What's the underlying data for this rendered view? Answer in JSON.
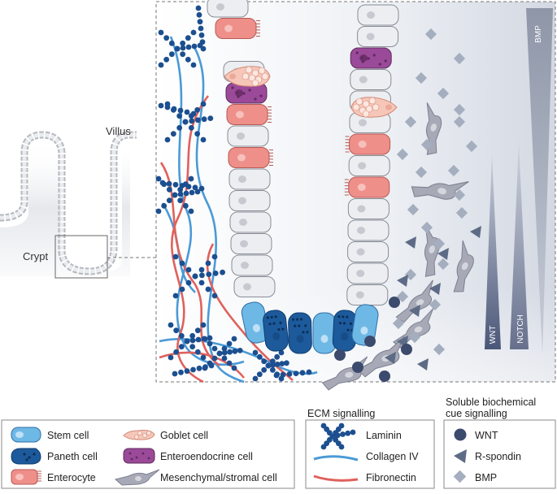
{
  "labels": {
    "villus": "Villus",
    "crypt": "Crypt"
  },
  "gradients": {
    "bmp": "BMP",
    "wnt": "WNT",
    "notch": "NOTCH"
  },
  "legend": {
    "cells": [
      {
        "label": "Stem cell",
        "icon": "stem-cell-icon"
      },
      {
        "label": "Paneth cell",
        "icon": "paneth-cell-icon"
      },
      {
        "label": "Enterocyte",
        "icon": "enterocyte-icon"
      },
      {
        "label": "Goblet cell",
        "icon": "goblet-cell-icon"
      },
      {
        "label": "Enteroendocrine cell",
        "icon": "enteroendocrine-cell-icon"
      },
      {
        "label": "Mesenchymal/stromal cell",
        "icon": "stromal-cell-icon"
      }
    ],
    "ecm": {
      "title": "ECM signalling",
      "items": [
        {
          "label": "Laminin",
          "icon": "laminin-icon"
        },
        {
          "label": "Collagen IV",
          "icon": "collagen-icon"
        },
        {
          "label": "Fibronectin",
          "icon": "fibronectin-icon"
        }
      ]
    },
    "soluble": {
      "title_line1": "Soluble biochemical",
      "title_line2": "cue signalling",
      "items": [
        {
          "label": "WNT",
          "icon": "wnt-ball-icon"
        },
        {
          "label": "R-spondin",
          "icon": "rspondin-icon"
        },
        {
          "label": "BMP",
          "icon": "bmp-diamond-icon"
        }
      ]
    }
  },
  "colors": {
    "stem": "#6eb8e6",
    "paneth": "#1d5a9c",
    "enterocyte": "#ef8f8a",
    "goblet": "#f6c7b8",
    "enteroendocrine": "#9a4a98",
    "stromal": "#a7aab6",
    "laminin": "#1c4f8f",
    "collagen": "#4a9ad6",
    "fibronectin": "#e0615c",
    "wnt": "#3c4a6e",
    "rspondin": "#5d6b86",
    "bmp": "#a4aebf"
  }
}
